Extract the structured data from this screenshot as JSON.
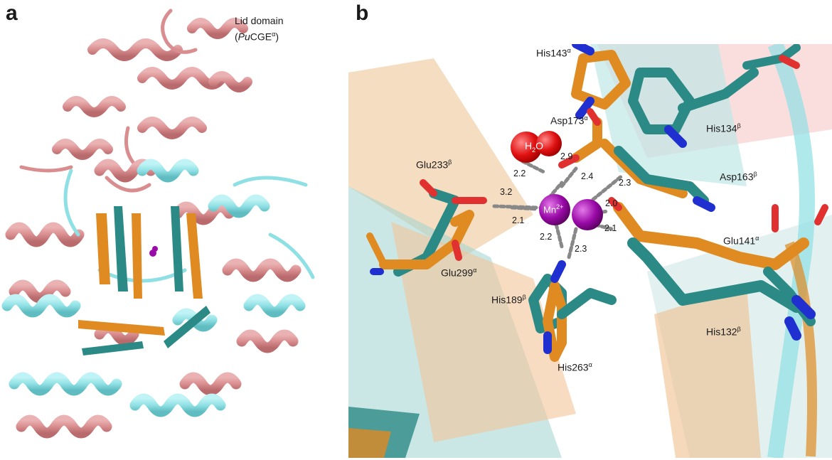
{
  "figure": {
    "panels": [
      "a",
      "b"
    ],
    "colors": {
      "pink_helix": "#d98d8f",
      "cyan_helix": "#8fe0e4",
      "orange_strand": "#e08a22",
      "teal_strand": "#2c8a86",
      "metal": "#9a0aa8",
      "water": "#e01010",
      "oxygen": "#e03030",
      "nitrogen": "#2030d0"
    }
  },
  "panel_a": {
    "label": "a",
    "lid_line1": "Lid domain",
    "lid_paren_open": "(",
    "lid_italic": "Pu",
    "lid_rest": "CGE",
    "lid_sup": "α",
    "lid_paren_close": ")"
  },
  "panel_b": {
    "label": "b",
    "residues": [
      {
        "name": "His143",
        "sup": "α"
      },
      {
        "name": "His134",
        "sup": "β"
      },
      {
        "name": "Asp173",
        "sup": "α"
      },
      {
        "name": "Asp163",
        "sup": "β"
      },
      {
        "name": "Glu233",
        "sup": "β"
      },
      {
        "name": "Glu141",
        "sup": "α"
      },
      {
        "name": "Glu299",
        "sup": "α"
      },
      {
        "name": "His189",
        "sup": "β"
      },
      {
        "name": "His132",
        "sup": "β"
      },
      {
        "name": "His263",
        "sup": "α"
      }
    ],
    "water_label": "H",
    "water_sub": "2",
    "water_tail": "O",
    "metal_label": "Mn",
    "metal_sup": "2+",
    "distances": [
      "2.9",
      "2.2",
      "2.4",
      "2.3",
      "3.2",
      "2.0",
      "2.1",
      "2.1",
      "2.2",
      "2.3"
    ]
  }
}
